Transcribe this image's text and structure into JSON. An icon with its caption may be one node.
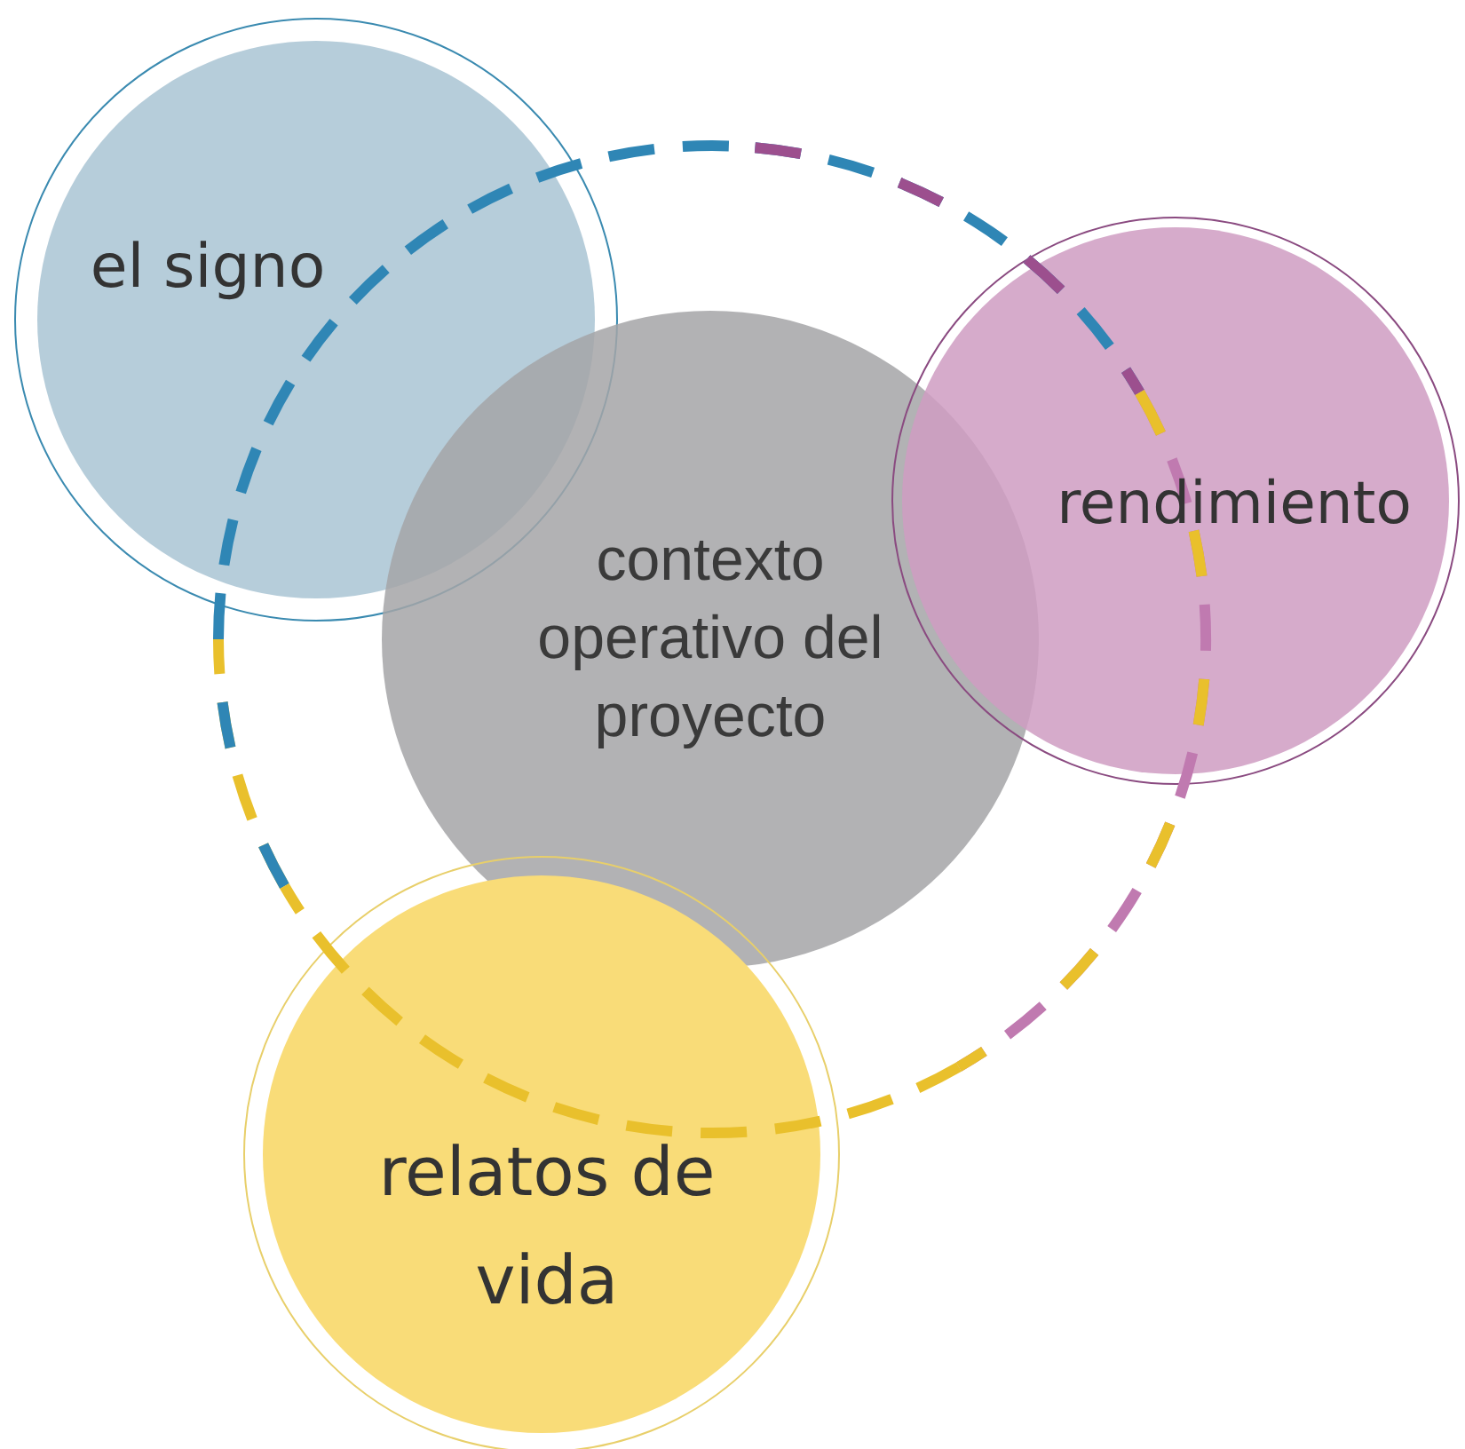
{
  "diagram": {
    "nodes": [
      {
        "text": [
          "el signo"
        ]
      },
      {
        "text": [
          "contexto operativo del proyecto"
        ]
      },
      {
        "text": [
          "rendimiento"
        ]
      },
      {
        "text": [
          "relatos de vida"
        ]
      }
    ]
  }
}
